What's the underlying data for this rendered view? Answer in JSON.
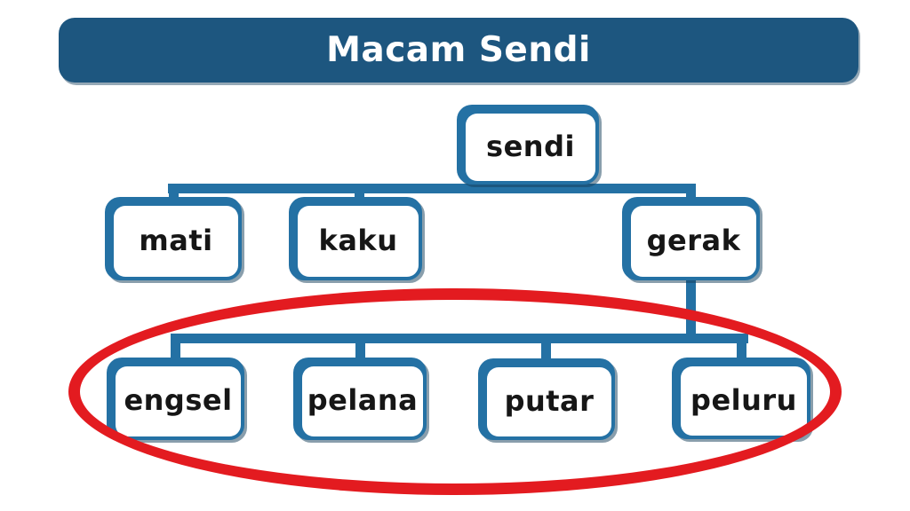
{
  "title": "Macam Sendi",
  "tree": {
    "root": {
      "label": "sendi"
    },
    "level1": [
      {
        "label": "mati"
      },
      {
        "label": "kaku"
      },
      {
        "label": "gerak"
      }
    ],
    "level2_parent": "gerak",
    "level2": [
      {
        "label": "engsel"
      },
      {
        "label": "pelana"
      },
      {
        "label": "putar"
      },
      {
        "label": "peluru"
      }
    ]
  },
  "highlight": {
    "shape": "ellipse",
    "color": "#E31B20",
    "encircles": [
      "engsel",
      "pelana",
      "putar",
      "peluru"
    ]
  },
  "colors": {
    "background": "#FFFFFF",
    "banner_bg": "#1D567F",
    "title_text": "#FFFFFF",
    "node_accent": "#2471A4",
    "node_fill": "#FFFFFF",
    "node_text": "#161616",
    "highlight_red": "#E31B20"
  }
}
